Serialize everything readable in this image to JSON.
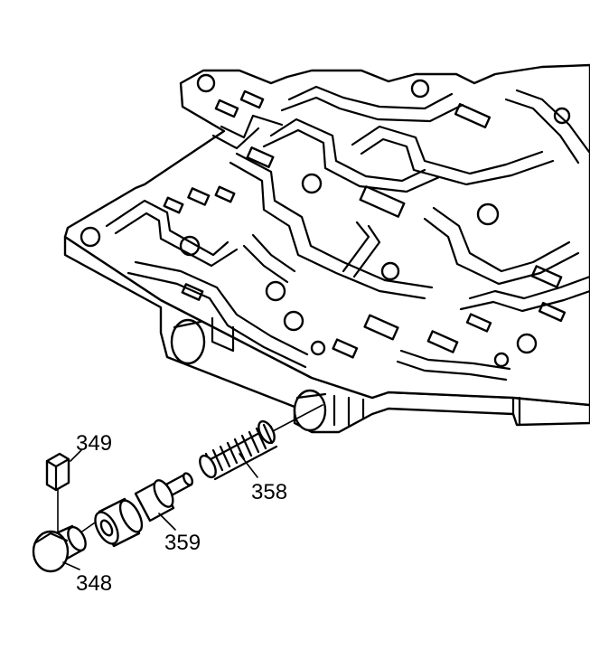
{
  "colors": {
    "line": "#000000",
    "background": "#ffffff"
  },
  "callouts": {
    "c349": "349",
    "c358": "358",
    "c359": "359",
    "c348": "348"
  }
}
